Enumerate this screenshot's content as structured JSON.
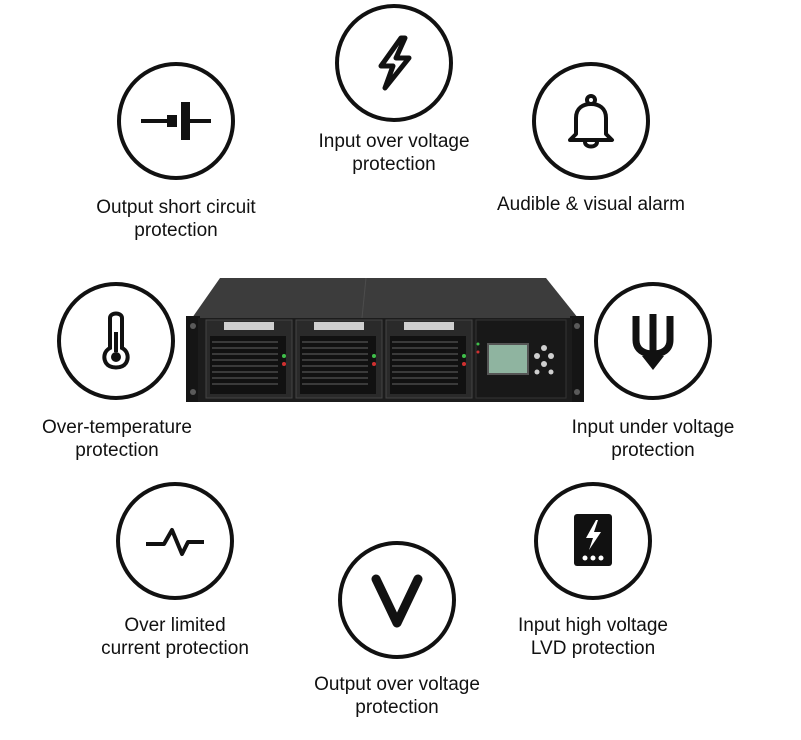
{
  "features": {
    "input_over_voltage": {
      "icon": "lightning-bolt-icon",
      "line1": "Input over voltage",
      "line2": "protection"
    },
    "output_short_circuit": {
      "icon": "short-circuit-icon",
      "line1": "Output short circuit",
      "line2": "protection"
    },
    "audible_visual_alarm": {
      "icon": "bell-icon",
      "line1": "Audible & visual alarm"
    },
    "over_temperature": {
      "icon": "thermometer-icon",
      "line1": "Over-temperature",
      "line2": "protection"
    },
    "input_under_voltage": {
      "icon": "down-arrow-fork-icon",
      "line1": "Input under voltage",
      "line2": "protection"
    },
    "over_limited_current": {
      "icon": "current-pulse-icon",
      "line1": "Over limited",
      "line2": "current protection"
    },
    "output_over_voltage": {
      "icon": "volt-v-icon",
      "line1": "Output over voltage",
      "line2": "protection"
    },
    "input_high_voltage_lvd": {
      "icon": "battery-bolt-icon",
      "line1": "Input high voltage",
      "line2": "LVD protection"
    }
  },
  "colors": {
    "ink": "#111111",
    "device_dark": "#1c1c1c",
    "device_top": "#3a3a3a",
    "lcd": "#8fb4a0"
  }
}
